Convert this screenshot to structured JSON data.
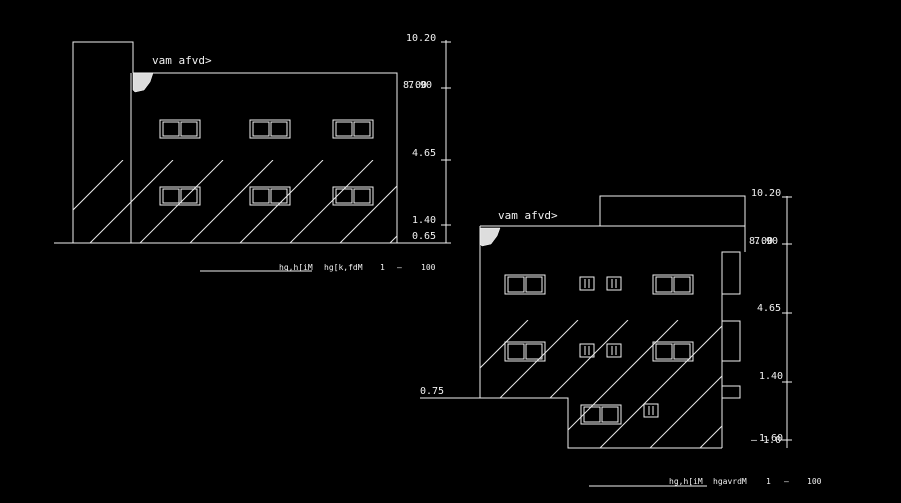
{
  "drawing_left": {
    "roof_note": "vam afvd>",
    "levels": [
      "10.20",
      "8.00",
      "7.90",
      "4.65",
      "1.40",
      "0.65"
    ],
    "caption": "hg,h[iM",
    "subcaption": "hg[k,fdM",
    "scale_left": "1",
    "scale_dash": "–",
    "scale_right": "100"
  },
  "drawing_right": {
    "roof_note": "vam afvd>",
    "levels": [
      "10.20",
      "8.00",
      "7.90",
      "4.65",
      "1.40",
      "1.60",
      "– 1.0"
    ],
    "side_level": "0.75",
    "caption": "hg,h[iM",
    "subcaption": "hgavrdM",
    "scale_left": "1",
    "scale_dash": "–",
    "scale_right": "100"
  }
}
